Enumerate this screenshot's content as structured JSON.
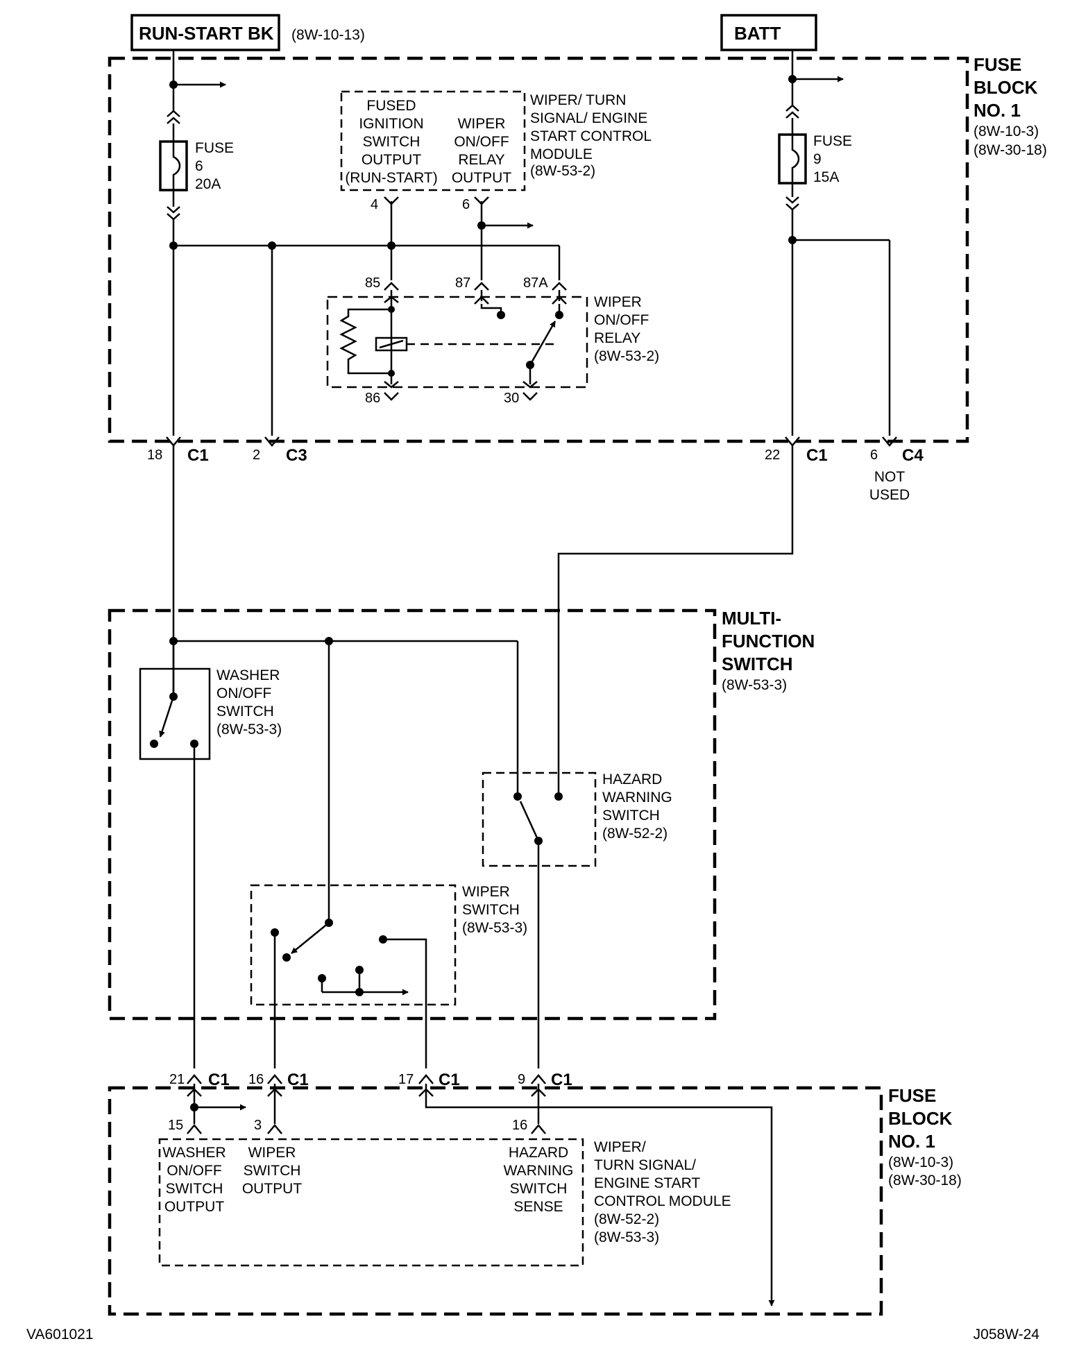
{
  "header": {
    "run_start_label": "RUN-START BK",
    "run_start_ref": "(8W-10-13)",
    "batt_label": "BATT"
  },
  "fuse_block_top": {
    "title": [
      "FUSE",
      "BLOCK",
      "NO. 1"
    ],
    "refs": [
      "(8W-10-3)",
      "(8W-30-18)"
    ],
    "fuse6": [
      "FUSE",
      "6",
      "20A"
    ],
    "fuse9": [
      "FUSE",
      "9",
      "15A"
    ],
    "module_left": [
      "FUSED",
      "IGNITION",
      "SWITCH",
      "OUTPUT",
      "(RUN-START)"
    ],
    "module_right": [
      "WIPER",
      "ON/OFF",
      "RELAY",
      "OUTPUT"
    ],
    "module_name": [
      "WIPER/ TURN",
      "SIGNAL/ ENGINE",
      "START CONTROL",
      "MODULE",
      "(8W-53-2)"
    ],
    "pin_4": "4",
    "pin_6": "6",
    "relay_name": [
      "WIPER",
      "ON/OFF",
      "RELAY",
      "(8W-53-2)"
    ],
    "relay_pins": {
      "p85": "85",
      "p87": "87",
      "p87a": "87A",
      "p86": "86",
      "p30": "30"
    },
    "connectors": [
      {
        "pin": "18",
        "name": "C1"
      },
      {
        "pin": "2",
        "name": "C3"
      },
      {
        "pin": "22",
        "name": "C1"
      },
      {
        "pin": "6",
        "name": "C4"
      }
    ],
    "not_used": [
      "NOT",
      "USED"
    ]
  },
  "mfs": {
    "title": [
      "MULTI-",
      "FUNCTION",
      "SWITCH"
    ],
    "ref": "(8W-53-3)",
    "washer": [
      "WASHER",
      "ON/OFF",
      "SWITCH",
      "(8W-53-3)"
    ],
    "hazard": [
      "HAZARD",
      "WARNING",
      "SWITCH",
      "(8W-52-2)"
    ],
    "wiper": [
      "WIPER",
      "SWITCH",
      "(8W-53-3)"
    ]
  },
  "fuse_block_bottom": {
    "connectors": [
      {
        "pin": "21",
        "name": "C1"
      },
      {
        "pin": "16",
        "name": "C1"
      },
      {
        "pin": "17",
        "name": "C1"
      },
      {
        "pin": "9",
        "name": "C1"
      }
    ],
    "module_pins": {
      "p15": "15",
      "p3": "3",
      "p16": "16"
    },
    "washer_out": [
      "WASHER",
      "ON/OFF",
      "SWITCH",
      "OUTPUT"
    ],
    "wiper_out": [
      "WIPER",
      "SWITCH",
      "OUTPUT"
    ],
    "hazard_sense": [
      "HAZARD",
      "WARNING",
      "SWITCH",
      "SENSE"
    ],
    "module_name": [
      "WIPER/",
      "TURN SIGNAL/",
      "ENGINE START",
      "CONTROL MODULE",
      "(8W-52-2)",
      "(8W-53-3)"
    ],
    "title": [
      "FUSE",
      "BLOCK",
      "NO. 1"
    ],
    "refs": [
      "(8W-10-3)",
      "(8W-30-18)"
    ]
  },
  "footer": {
    "left_code": "VA601021",
    "right_code": "J058W-24"
  }
}
